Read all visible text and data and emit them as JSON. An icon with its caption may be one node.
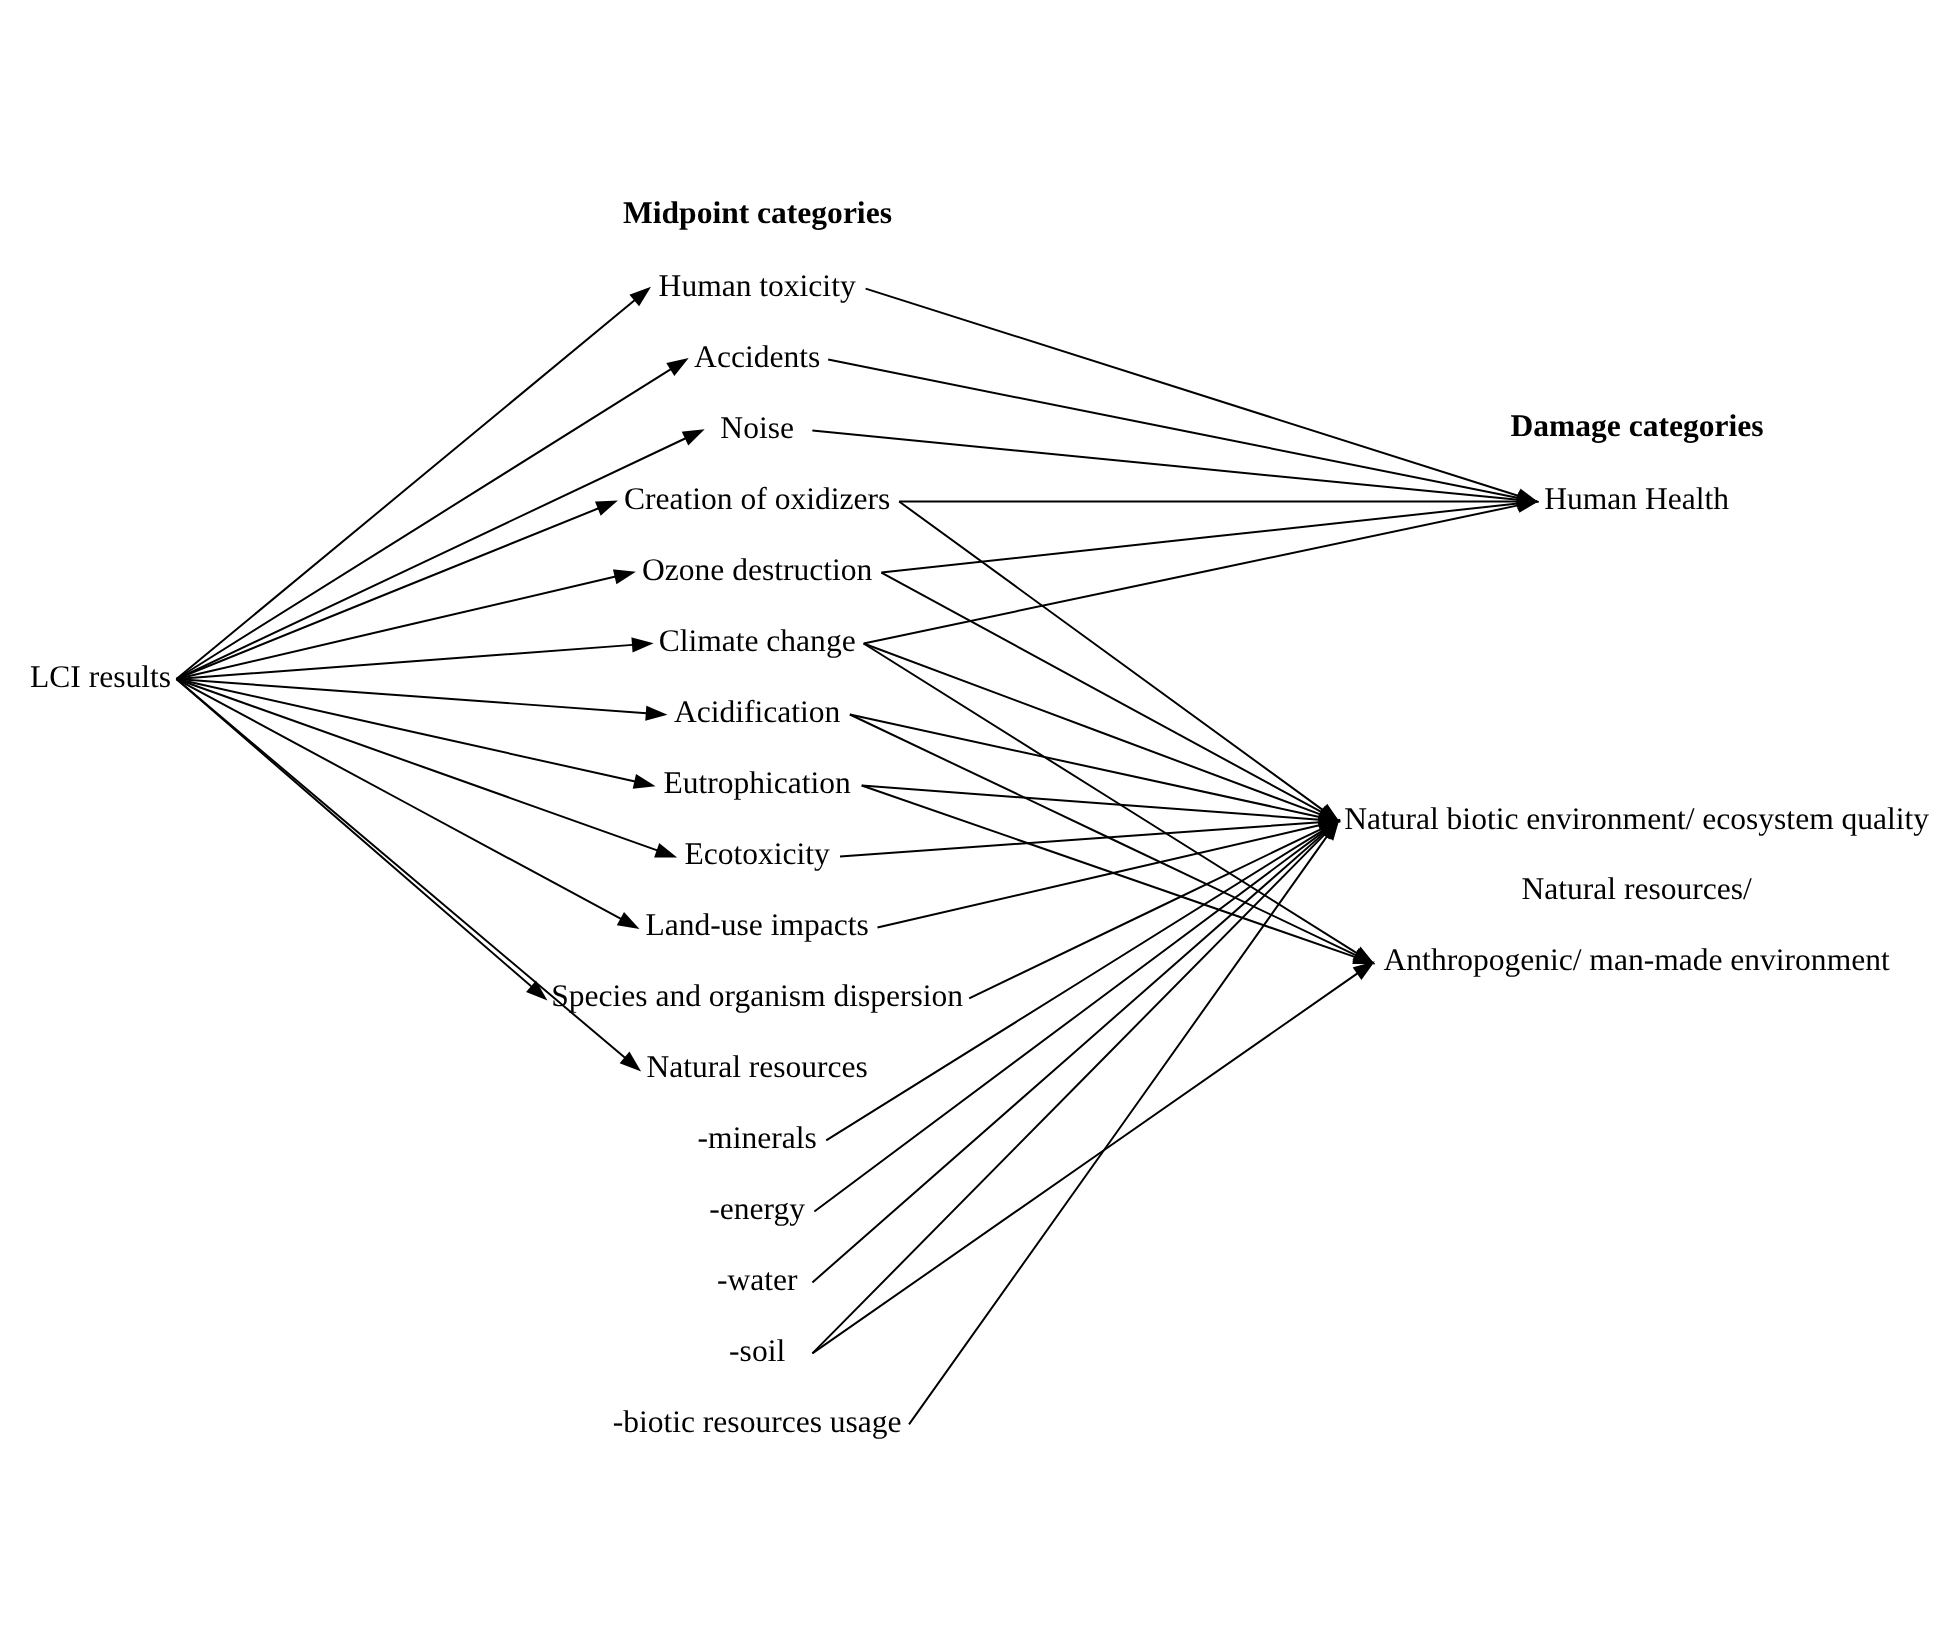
{
  "diagram": {
    "nodes": [
      {
        "text": [
          "LCI results"
        ]
      },
      {
        "text": [
          "Human toxicity"
        ]
      },
      {
        "text": [
          "Accidents"
        ]
      },
      {
        "text": [
          "Noise"
        ]
      },
      {
        "text": [
          "Creation of oxidizers"
        ]
      },
      {
        "text": [
          "Ozone destruction"
        ]
      },
      {
        "text": [
          "Climate change"
        ]
      },
      {
        "text": [
          "Acidification"
        ]
      },
      {
        "text": [
          "Eutrophication"
        ]
      },
      {
        "text": [
          "Ecotoxicity"
        ]
      },
      {
        "text": [
          "Land-use impacts"
        ]
      },
      {
        "text": [
          "Species and organism dispersion"
        ]
      },
      {
        "text": [
          "Natural resources"
        ]
      },
      {
        "text": [
          "-minerals"
        ]
      },
      {
        "text": [
          "-energy"
        ]
      },
      {
        "text": [
          "-water"
        ]
      },
      {
        "text": [
          "-soil"
        ]
      },
      {
        "text": [
          "-biotic resources usage"
        ]
      },
      {
        "text": [
          "Human Health"
        ]
      },
      {
        "text": [
          "Natural biotic environment/ ecosystem quality"
        ]
      },
      {
        "text": [
          "Anthropogenic/ man-made environment"
        ]
      }
    ],
    "edges": [
      {
        "from": 0,
        "to": 1,
        "arrow": "to"
      },
      {
        "from": 0,
        "to": 2,
        "arrow": "to"
      },
      {
        "from": 0,
        "to": 3,
        "arrow": "to"
      },
      {
        "from": 0,
        "to": 4,
        "arrow": "to"
      },
      {
        "from": 0,
        "to": 5,
        "arrow": "to"
      },
      {
        "from": 0,
        "to": 6,
        "arrow": "to"
      },
      {
        "from": 0,
        "to": 7,
        "arrow": "to"
      },
      {
        "from": 0,
        "to": 8,
        "arrow": "to"
      },
      {
        "from": 0,
        "to": 9,
        "arrow": "to"
      },
      {
        "from": 0,
        "to": 10,
        "arrow": "to"
      },
      {
        "from": 0,
        "to": 11,
        "arrow": "to"
      },
      {
        "from": 0,
        "to": 12,
        "arrow": "to"
      },
      {
        "from": 1,
        "to": 18,
        "arrow": "to"
      },
      {
        "from": 2,
        "to": 18,
        "arrow": "to"
      },
      {
        "from": 3,
        "to": 18,
        "arrow": "to"
      },
      {
        "from": 4,
        "to": 18,
        "arrow": "to"
      },
      {
        "from": 4,
        "to": 19,
        "arrow": "to"
      },
      {
        "from": 5,
        "to": 18,
        "arrow": "to"
      },
      {
        "from": 5,
        "to": 19,
        "arrow": "to"
      },
      {
        "from": 6,
        "to": 18,
        "arrow": "to"
      },
      {
        "from": 6,
        "to": 19,
        "arrow": "to"
      },
      {
        "from": 6,
        "to": 20,
        "arrow": "to"
      },
      {
        "from": 7,
        "to": 19,
        "arrow": "to"
      },
      {
        "from": 7,
        "to": 20,
        "arrow": "to"
      },
      {
        "from": 8,
        "to": 19,
        "arrow": "to"
      },
      {
        "from": 8,
        "to": 20,
        "arrow": "to"
      },
      {
        "from": 9,
        "to": 19,
        "arrow": "to"
      },
      {
        "from": 10,
        "to": 19,
        "arrow": "to"
      },
      {
        "from": 11,
        "to": 19,
        "arrow": "to"
      },
      {
        "from": 13,
        "to": 19,
        "arrow": "to"
      },
      {
        "from": 14,
        "to": 19,
        "arrow": "to"
      },
      {
        "from": 15,
        "to": 19,
        "arrow": "to"
      },
      {
        "from": 16,
        "to": 19,
        "arrow": "to"
      },
      {
        "from": 16,
        "to": 20,
        "arrow": "to"
      },
      {
        "from": 17,
        "to": 19,
        "arrow": "to"
      }
    ],
    "labels": [
      "Midpoint categories",
      "Damage categories",
      "Natural resources/"
    ]
  }
}
